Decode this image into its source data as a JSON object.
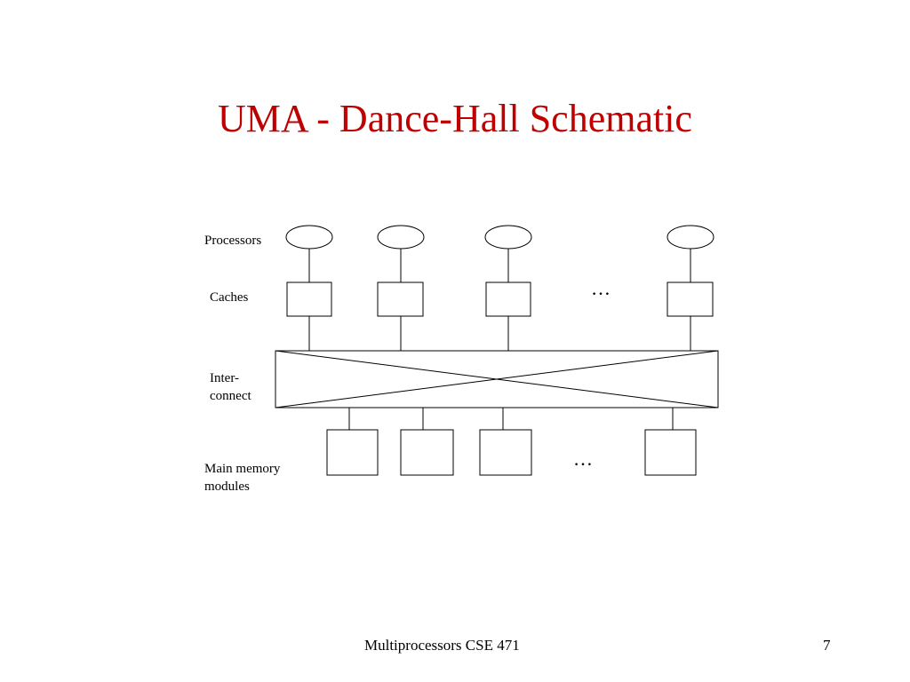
{
  "slide": {
    "title": "UMA - Dance-Hall Schematic",
    "title_color": "#c00000",
    "footer": "Multiprocessors CSE 471",
    "page_number": "7"
  },
  "diagram": {
    "labels": {
      "processors": "Processors",
      "caches": "Caches",
      "interconnect_line1": "Inter-",
      "interconnect_line2": "connect",
      "memory_line1": "Main memory",
      "memory_line2": "modules"
    },
    "ellipsis": "…",
    "processor_count_drawn": 4,
    "memory_count_drawn": 4
  }
}
